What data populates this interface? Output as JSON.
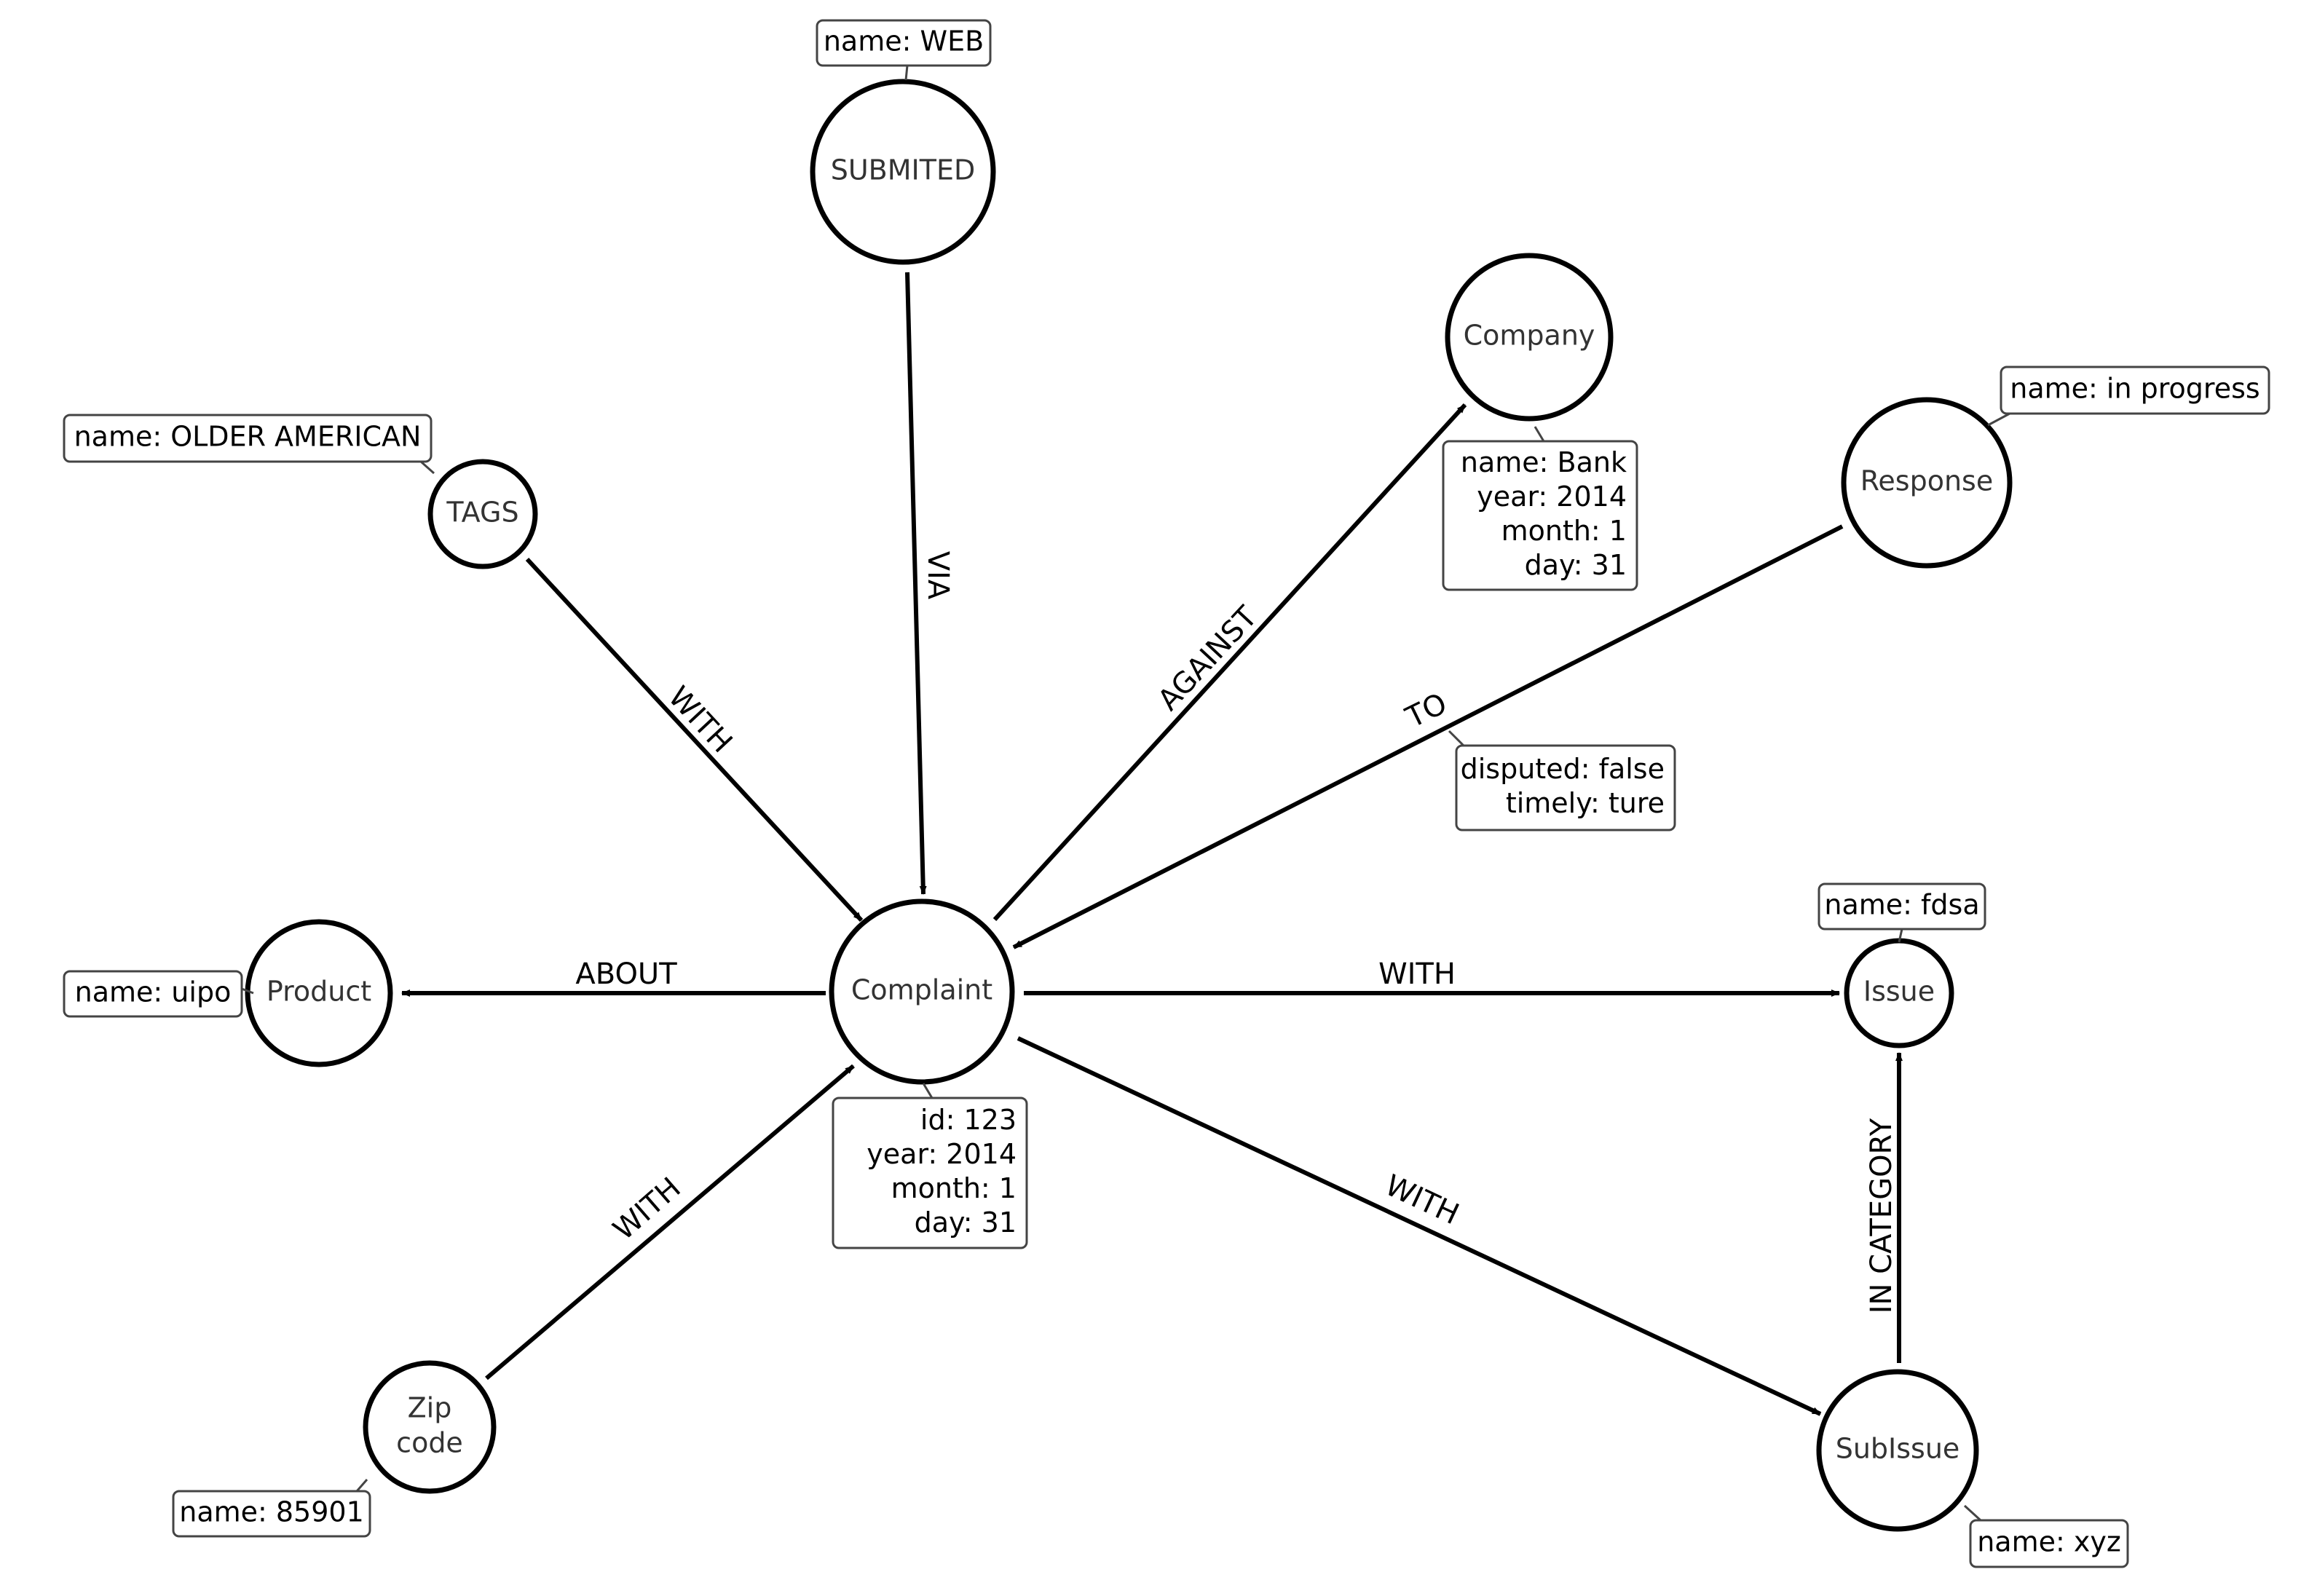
{
  "colors": {
    "stroke": "#000000",
    "node_text": "#333333",
    "label_text": "#000000",
    "background": "#ffffff",
    "callout_border": "#444444"
  },
  "nodes": [
    {
      "id": "complaint",
      "label": [
        "Complaint"
      ]
    },
    {
      "id": "submited",
      "label": [
        "SUBMITED"
      ]
    },
    {
      "id": "company",
      "label": [
        "Company"
      ]
    },
    {
      "id": "response",
      "label": [
        "Response"
      ]
    },
    {
      "id": "tags",
      "label": [
        "TAGS"
      ]
    },
    {
      "id": "product",
      "label": [
        "Product"
      ]
    },
    {
      "id": "issue",
      "label": [
        "Issue"
      ]
    },
    {
      "id": "zipcode",
      "label": [
        "Zip",
        "code"
      ]
    },
    {
      "id": "subissue",
      "label": [
        "SubIssue"
      ]
    }
  ],
  "edges": [
    {
      "id": "submited-complaint",
      "label": "VIA"
    },
    {
      "id": "tags-complaint",
      "label": "WITH"
    },
    {
      "id": "complaint-company",
      "label": "AGAINST"
    },
    {
      "id": "response-complaint",
      "label": "TO"
    },
    {
      "id": "complaint-product",
      "label": "ABOUT"
    },
    {
      "id": "complaint-issue",
      "label": "WITH"
    },
    {
      "id": "zipcode-complaint",
      "label": "WITH"
    },
    {
      "id": "complaint-subissue",
      "label": "WITH"
    },
    {
      "id": "subissue-issue",
      "label": "IN CATEGORY"
    }
  ],
  "properties": [
    {
      "id": "submited-props",
      "lines": [
        "name: WEB"
      ]
    },
    {
      "id": "tags-props",
      "lines": [
        "name: OLDER AMERICAN"
      ]
    },
    {
      "id": "company-props",
      "lines": [
        "name: Bank",
        "year: 2014",
        "month: 1",
        "day: 31"
      ]
    },
    {
      "id": "response-props",
      "lines": [
        "name: in progress"
      ]
    },
    {
      "id": "to-props",
      "lines": [
        "disputed: false",
        "timely: ture"
      ]
    },
    {
      "id": "issue-props",
      "lines": [
        "name: fdsa"
      ]
    },
    {
      "id": "product-props",
      "lines": [
        "name: uipo"
      ]
    },
    {
      "id": "complaint-props",
      "lines": [
        "id: 123",
        "year: 2014",
        "month: 1",
        "day: 31"
      ]
    },
    {
      "id": "zipcode-props",
      "lines": [
        "name: 85901"
      ]
    },
    {
      "id": "subissue-props",
      "lines": [
        "name: xyz"
      ]
    }
  ]
}
